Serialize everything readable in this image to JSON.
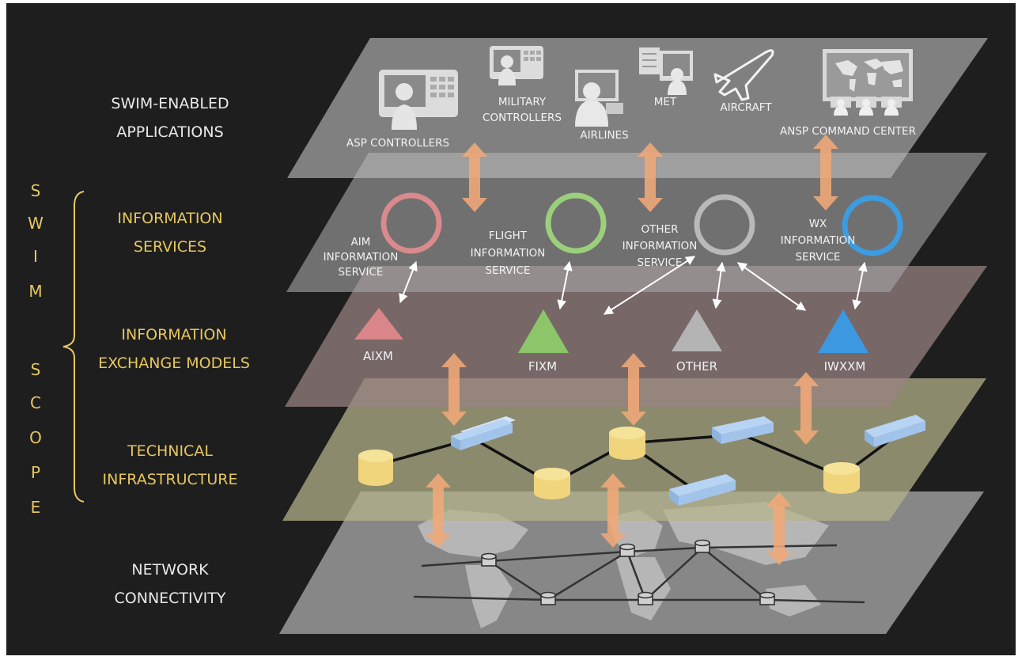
{
  "layers": [
    {
      "id": "apps",
      "label_lines": [
        "SWIM-ENABLED",
        "APPLICATIONS"
      ]
    },
    {
      "id": "services",
      "label_lines": [
        "INFORMATION",
        "SERVICES"
      ]
    },
    {
      "id": "models",
      "label_lines": [
        "INFORMATION",
        "EXCHANGE MODELS"
      ]
    },
    {
      "id": "tech",
      "label_lines": [
        "TECHNICAL",
        "INFRASTRUCTURE"
      ]
    },
    {
      "id": "network",
      "label_lines": [
        "NETWORK",
        "CONNECTIVITY"
      ]
    }
  ],
  "scope_letters": [
    "S",
    "W",
    "I",
    "M",
    "S",
    "C",
    "O",
    "P",
    "E"
  ],
  "applications": [
    {
      "label_lines": [
        "ASP CONTROLLERS"
      ]
    },
    {
      "label_lines": [
        "MILITARY",
        "CONTROLLERS"
      ]
    },
    {
      "label_lines": [
        "AIRLINES"
      ]
    },
    {
      "label_lines": [
        "MET"
      ]
    },
    {
      "label_lines": [
        "AIRCRAFT"
      ]
    },
    {
      "label_lines": [
        "ANSP COMMAND CENTER"
      ]
    }
  ],
  "services": [
    {
      "label_lines": [
        "AIM",
        "INFORMATION",
        "SERVICE"
      ],
      "color": "#d98a8c"
    },
    {
      "label_lines": [
        "FLIGHT",
        "INFORMATION",
        "SERVICE"
      ],
      "color": "#9ccf7c"
    },
    {
      "label_lines": [
        "OTHER",
        "INFORMATION",
        "SERVICE"
      ],
      "color": "#b9b9b9"
    },
    {
      "label_lines": [
        "WX",
        "INFORMATION",
        "SERVICE"
      ],
      "color": "#3d9be0"
    }
  ],
  "models": [
    {
      "label": "AIXM",
      "color": "#d9858a"
    },
    {
      "label": "FIXM",
      "color": "#8cc56a"
    },
    {
      "label": "OTHER",
      "color": "#b4b4b4"
    },
    {
      "label": "IWXXM",
      "color": "#3c98e0"
    }
  ],
  "colors": {
    "background": "#1e1e1e",
    "accent_yellow": "#e6c75e",
    "arrow_orange": "#f1a877",
    "database_yellow": "#f0d57c",
    "switch_blue": "#b7d4f5"
  }
}
